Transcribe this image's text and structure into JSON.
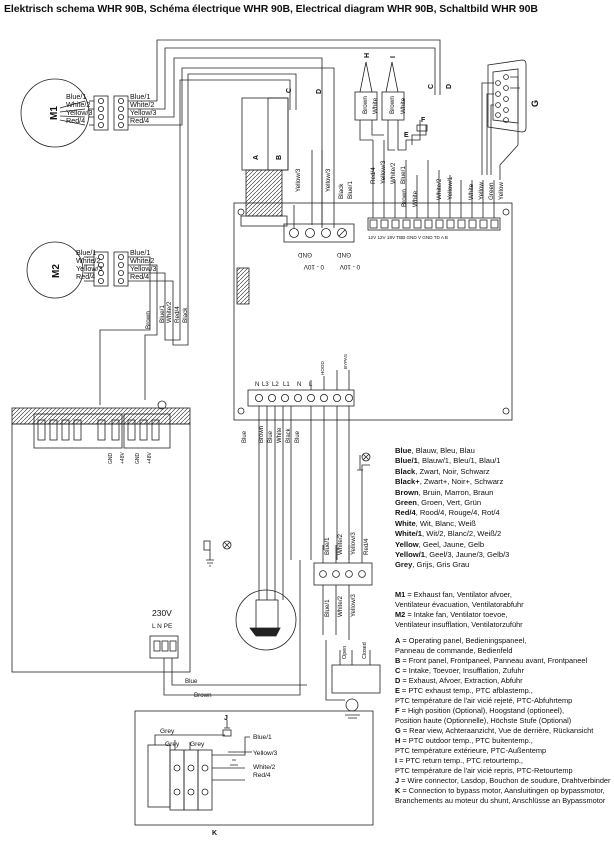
{
  "title": "Elektrisch schema WHR 90B, Schéma électrique WHR 90B, Electrical diagram WHR 90B, Schaltbild WHR 90B",
  "motors": {
    "m1": "M1",
    "m2": "M2",
    "m1_wires": [
      "Blue/1",
      "White/2",
      "Yellow/3",
      "Red/4"
    ],
    "m2_wires": [
      "Blue/1",
      "White/2",
      "Yellow/3",
      "Red/4"
    ]
  },
  "letters": {
    "a": "A",
    "b": "B",
    "c": "C",
    "d": "D",
    "e": "E",
    "f": "F",
    "g": "G",
    "h": "H",
    "i": "I",
    "j": "J",
    "k": "K"
  },
  "board": {
    "yellow3_a": "Yellow/3",
    "yellow3_b": "Yellow/3",
    "black": "Black",
    "blue1": "Blue/1",
    "gnd_left": "GND",
    "v10_left": "0 - 10V",
    "gnd_mid": "GND",
    "v10_mid": "0 - 10V",
    "wire_brown": "Brown",
    "wire_white": "White",
    "wire_red4": "Red/4",
    "wire_yellow3": "Yellow/3",
    "wire_white2": "White/2",
    "wire_blue1": "Blue/1",
    "wire_brown2": "Brown",
    "wire_white3": "White",
    "wire_white2b": "White/2",
    "wire_yellow1": "Yellow/1",
    "wire_white4": "White",
    "wire_green": "Green",
    "wire_yellow": "Yellow",
    "right_header": "12V  12V  18V  TBB  GND  V  GND  TD  A  B",
    "power_labels": [
      "N",
      "L3",
      "L2",
      "L1",
      "N",
      "L"
    ],
    "hood_label": "HOOD",
    "bypass_label": "BYPAS",
    "lower_wires": [
      "Blue",
      "Brown",
      "Blue",
      "White",
      "Black",
      "Blue"
    ]
  },
  "harness": {
    "brown": "Brown",
    "white": "White",
    "brown2": "Brown",
    "white2": "White",
    "blue1": "Blue/1",
    "white2b": "White/2",
    "red4": "Red/4",
    "black": "Black"
  },
  "supply": {
    "v230": "230V",
    "lnpe": "L  N  PE",
    "gnd1": "GND",
    "v48": "+48V",
    "gnd2": "GND",
    "v48b": "+48V",
    "blue": "Blue",
    "brown": "Brown"
  },
  "bypass_box": {
    "wires_top": [
      "Blue/1",
      "White/2",
      "Yellow/3",
      "Red/4"
    ],
    "wires_bottom": [
      "Blue/1",
      "White/2",
      "Yellow/3"
    ],
    "open": "Open",
    "closed": "Closed"
  },
  "inset": {
    "grey1": "Grey",
    "grey2": "Grey",
    "grey3": "Grey",
    "blue1": "Blue/1",
    "yellow3": "Yellow/3",
    "white2": "White/2",
    "red4": "Red/4"
  },
  "legend": [
    {
      "b": "Blue",
      "t": ", Blauw, Bleu, Blau"
    },
    {
      "b": "Blue/1",
      "t": ", Blauw/1, Bleu/1, Blau/1"
    },
    {
      "b": "Black",
      "t": ", Zwart, Noir, Schwarz"
    },
    {
      "b": "Black+",
      "t": ", Zwart+, Noir+, Schwarz"
    },
    {
      "b": "Brown",
      "t": ", Bruin, Marron, Braun"
    },
    {
      "b": "Green",
      "t": ", Groen, Vert, Grün"
    },
    {
      "b": "Red/4",
      "t": ", Rood/4, Rouge/4, Rot/4"
    },
    {
      "b": "White",
      "t": ", Wit, Blanc, Weiß"
    },
    {
      "b": "White/1",
      "t": ", Wit/2, Blanc/2, Weiß/2"
    },
    {
      "b": "Yellow",
      "t": ", Geel, Jaune, Gelb"
    },
    {
      "b": "Yellow/1",
      "t": ", Geel/3, Jaune/3, Gelb/3"
    },
    {
      "b": "Grey",
      "t": ", Grijs, Gris Grau"
    }
  ],
  "definitions": [
    {
      "b": "M1",
      "t": " = Exhaust fan, Ventilator afvoer,",
      "gap": false
    },
    {
      "b": "",
      "t": "Ventilateur évacuation, Ventilatorabfuhr",
      "gap": false
    },
    {
      "b": "M2",
      "t": " = Intake fan, Ventilator toevoe,",
      "gap": false
    },
    {
      "b": "",
      "t": "Ventilateur insufflation, Ventilatorzuführ",
      "gap": true
    },
    {
      "b": "A",
      "t": " = Operating panel, Bedieningspaneel,",
      "gap": false
    },
    {
      "b": "",
      "t": "Panneau de commande, Bedienfeld",
      "gap": false
    },
    {
      "b": "B",
      "t": " = Front panel, Frontpaneel, Panneau avant, Frontpaneel",
      "gap": false
    },
    {
      "b": "C",
      "t": " = Intake, Toevoer, Insufflation, Zufuhr",
      "gap": false
    },
    {
      "b": "D",
      "t": " = Exhaust, Afvoer, Extraction, Abfuhr",
      "gap": false
    },
    {
      "b": "E",
      "t": " = PTC exhaust temp., PTC afblastemp.,",
      "gap": false
    },
    {
      "b": "",
      "t": "PTC température de l'air vicié rejeté, PTC-Abfuhrtemp",
      "gap": false
    },
    {
      "b": "F",
      "t": " = High position (Optional), Hoogstand (optioneel),",
      "gap": false
    },
    {
      "b": "",
      "t": "Position haute (Optionnelle), Höchste Stufe (Optional)",
      "gap": false
    },
    {
      "b": "G",
      "t": " = Rear view, Achteraanzicht, Vue de derrière, Rückansicht",
      "gap": false
    },
    {
      "b": "H",
      "t": " = PTC outdoor temp., PTC buitentemp.,",
      "gap": false
    },
    {
      "b": "",
      "t": "PTC température extérieure, PTC-Außentemp",
      "gap": false
    },
    {
      "b": "I",
      "t": " = PTC return temp., PTC retourtemp.,",
      "gap": false
    },
    {
      "b": "",
      "t": "PTC température de l'air vicié repris, PTC-Retourtemp",
      "gap": false
    },
    {
      "b": "J",
      "t": " = Wire connector, Lasdop, Bouchon de soudure, Drahtverbinder",
      "gap": false
    },
    {
      "b": "K",
      "t": " = Connection to bypass motor, Aansluitingen op bypassmotor,",
      "gap": false
    },
    {
      "b": "",
      "t": "Branchements au moteur du shunt, Anschlüsse an Bypassmotor",
      "gap": false
    }
  ]
}
